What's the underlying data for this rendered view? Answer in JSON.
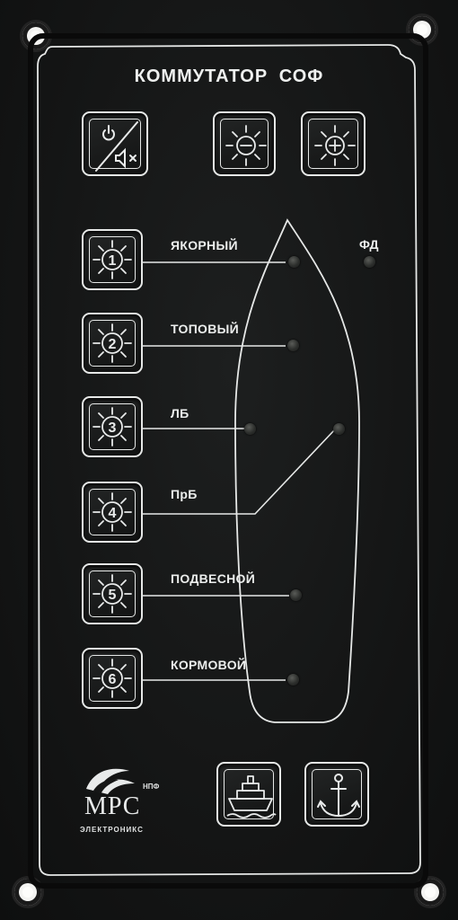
{
  "panel": {
    "title": "КОММУТАТОР СОФ",
    "indicator_label": "ФД"
  },
  "control_buttons": [
    {
      "id": "power-mute",
      "icon": "power-mute-icon"
    },
    {
      "id": "dim-down",
      "icon": "brightness-down-icon"
    },
    {
      "id": "dim-up",
      "icon": "brightness-up-icon"
    }
  ],
  "lights": [
    {
      "number": "1",
      "label": "ЯКОРНЫЙ"
    },
    {
      "number": "2",
      "label": "ТОПОВЫЙ"
    },
    {
      "number": "3",
      "label": "ЛБ"
    },
    {
      "number": "4",
      "label": "ПрБ"
    },
    {
      "number": "5",
      "label": "ПОДВЕСНОЙ"
    },
    {
      "number": "6",
      "label": "КОРМОВОЙ"
    }
  ],
  "mode_buttons": [
    {
      "id": "underway",
      "icon": "ship-icon"
    },
    {
      "id": "anchor",
      "icon": "anchor-icon"
    }
  ],
  "logo": {
    "main": "МРС",
    "sub": "ЭЛЕКТРОНИКС",
    "tag": "НПФ"
  },
  "colors": {
    "panel": "#151616",
    "print": "#e8eaea"
  }
}
